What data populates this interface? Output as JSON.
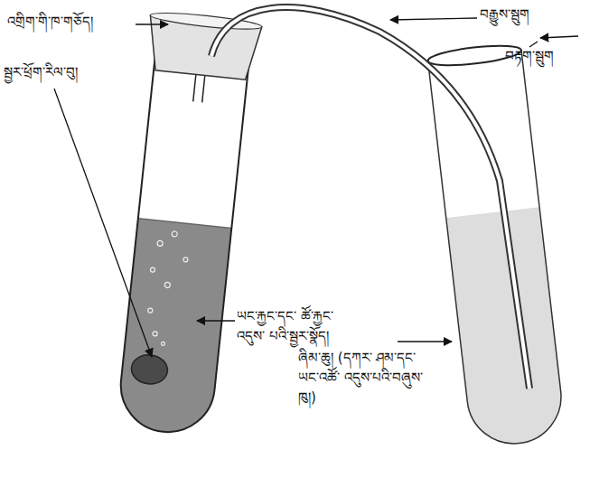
{
  "diagram": {
    "labels": [
      "འགྲིག་གི་ཁ་གཅོད།",
      "བརྒྱུས་སྦུག",
      "བརྟག་སྦུག",
      "སྦྱར་ཕྲོག་རིལ་བུ།",
      "ཡང་རྐྱང་དང་ ཚོ་རྐྱང་འདུས་ པའི་སྦྱར་སྣོད།",
      "ཞིམ་ཆུ། (དཀར་ ཤམ་དང་ཡང་འཚོ་ འདུས་པའི་བཞུས་ ཁུ།)"
    ]
  }
}
